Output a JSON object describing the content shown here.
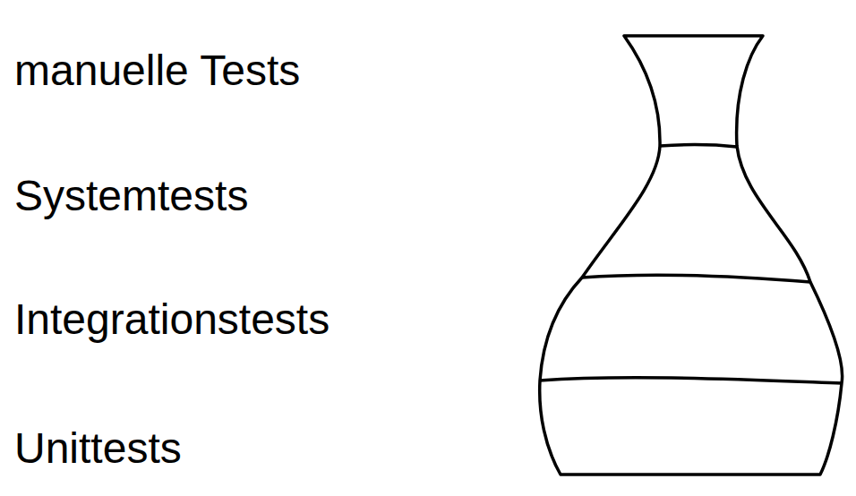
{
  "diagram": {
    "labels": [
      "manuelle Tests",
      "Systemtests",
      "Integrationstests",
      "Unittests"
    ]
  }
}
